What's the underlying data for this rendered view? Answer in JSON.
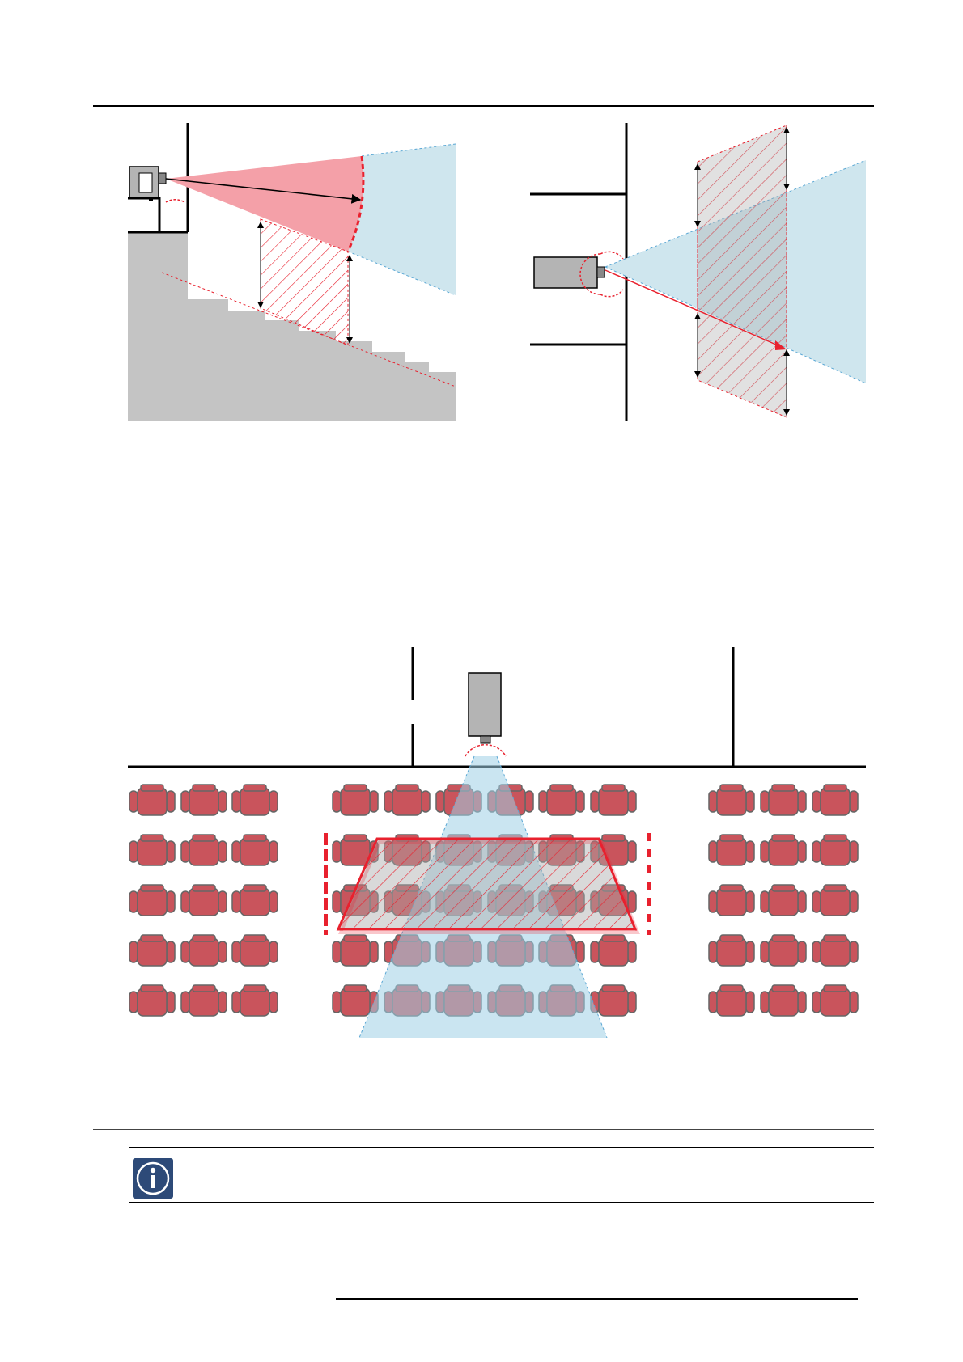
{
  "figures": {
    "side_view": "side-elevation-diagram",
    "top_view_wall": "plan-view-diagram",
    "auditorium": "auditorium-plan-diagram"
  },
  "colors": {
    "beam_red": "#f4a0a8",
    "beam_blue": "#cfe6ee",
    "hazard_red": "#e8212e",
    "stair_gray": "#c4c4c4",
    "projector_gray": "#b4b4b4",
    "seat_red": "#c9545c",
    "info_blue": "#2d4a78"
  },
  "icons": {
    "note": "info-icon"
  }
}
